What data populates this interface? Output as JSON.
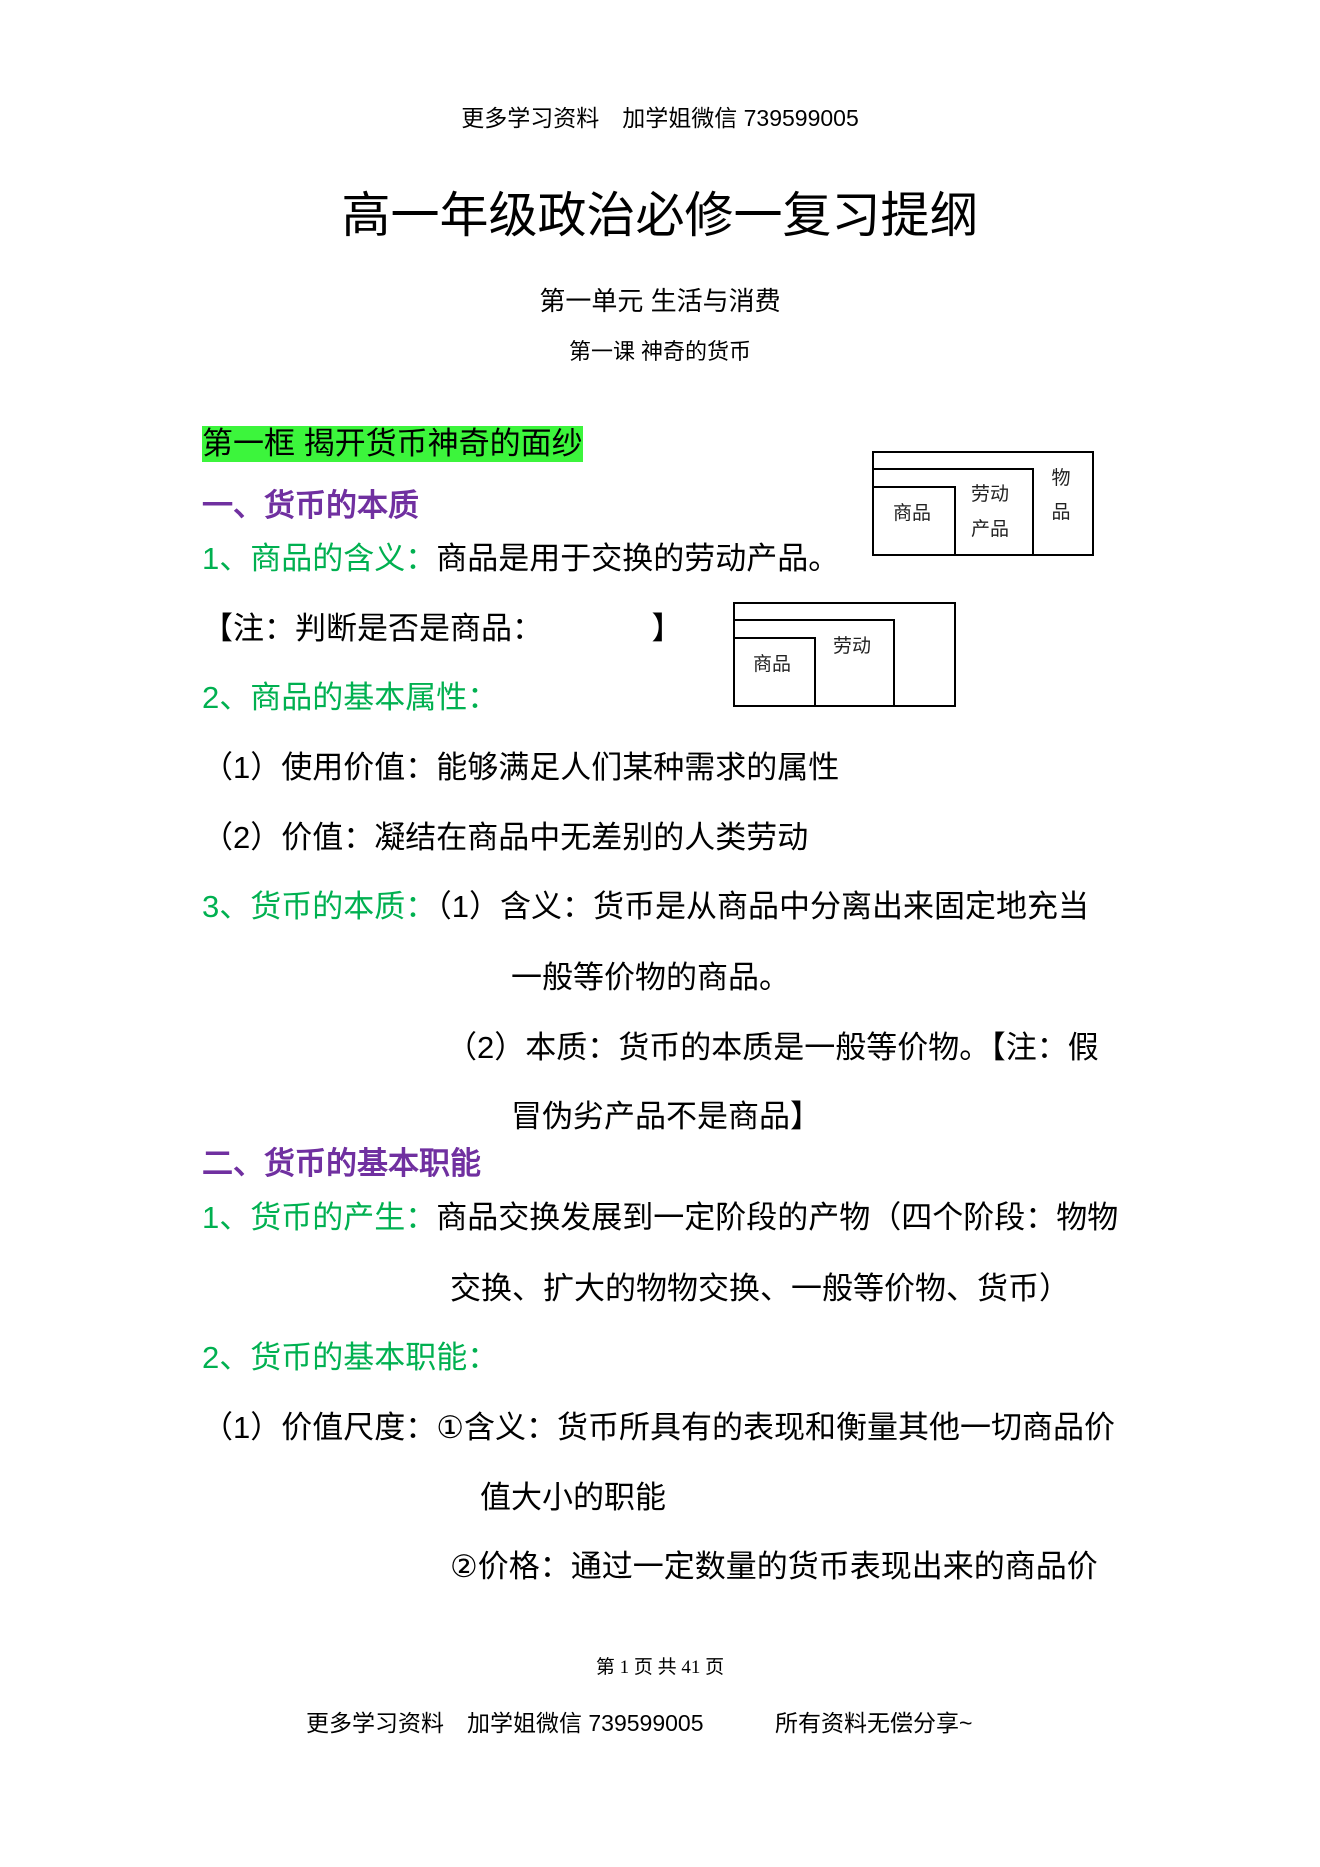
{
  "header": {
    "text": "更多学习资料　加学姐微信 739599005"
  },
  "document": {
    "title": "高一年级政治必修一复习提纲",
    "unit": "第一单元 生活与消费",
    "lesson": "第一课 神奇的货币",
    "frame": "第一框 揭开货币神奇的面纱"
  },
  "section1": {
    "heading": "一、货币的本质",
    "item1": {
      "label": "1、商品的含义：",
      "text": "商品是用于交换的劳动产品。"
    },
    "note": "【注：判断是否是商品：　　　　】",
    "item2": {
      "label": "2、商品的基本属性：",
      "sub1": "（1）使用价值：能够满足人们某种需求的属性",
      "sub2": "（2）价值：凝结在商品中无差别的人类劳动"
    },
    "item3": {
      "label": "3、货币的本质：",
      "sub1_line1": "（1）含义：货币是从商品中分离出来固定地充当",
      "sub1_line2": "一般等价物的商品。",
      "sub2_line1": "（2）本质：货币的本质是一般等价物。【注：假",
      "sub2_line2": "冒伪劣产品不是商品】"
    }
  },
  "section2": {
    "heading": "二、货币的基本职能",
    "item1": {
      "label": "1、货币的产生：",
      "line1": "商品交换发展到一定阶段的产物（四个阶段：物物",
      "line2": "交换、扩大的物物交换、一般等价物、货币）"
    },
    "item2": {
      "label": "2、货币的基本职能：",
      "sub1_line1": "（1）价值尺度：①含义：货币所具有的表现和衡量其他一切商品价",
      "sub1_line2": "值大小的职能",
      "sub1_line3": "②价格：通过一定数量的货币表现出来的商品价"
    }
  },
  "diagrams": [
    {
      "inner": "商品",
      "middle": [
        "劳动",
        "产品"
      ],
      "outer": [
        "物",
        "品"
      ]
    },
    {
      "inner": "商品",
      "middle": "劳动"
    }
  ],
  "page_number": "第 1 页 共 41 页",
  "footer": {
    "left": "更多学习资料　加学姐微信 739599005",
    "right": "所有资料无偿分享~"
  },
  "colors": {
    "heading": "#7030a0",
    "label": "#00b050",
    "highlight": "#3cf53c",
    "text": "#000000",
    "border": "#000000"
  }
}
